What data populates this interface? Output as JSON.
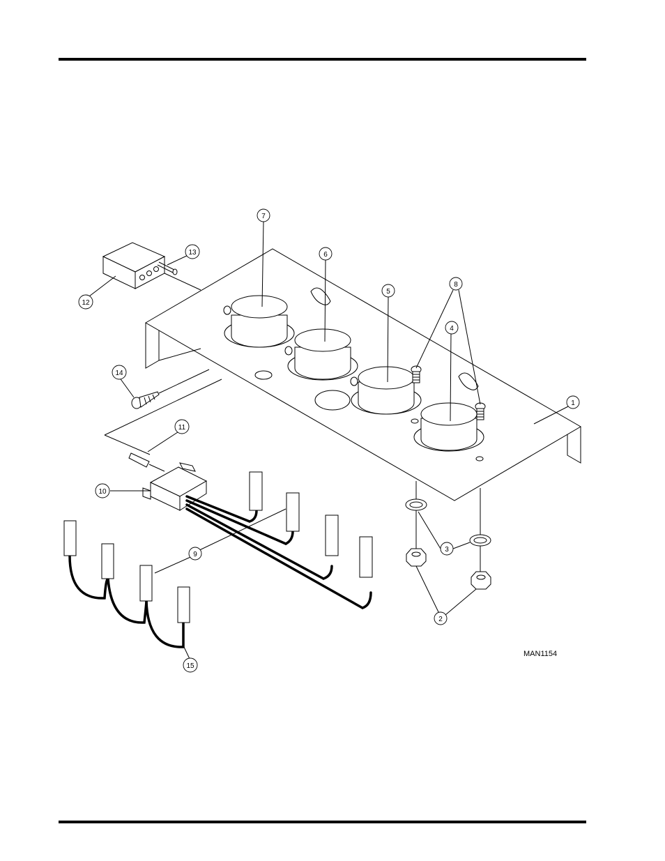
{
  "figure": {
    "id_label": "MAN1154",
    "callouts": [
      {
        "n": "1",
        "part": "panel"
      },
      {
        "n": "2",
        "part": "nut"
      },
      {
        "n": "3",
        "part": "lock-washer"
      },
      {
        "n": "4",
        "part": "control-knob"
      },
      {
        "n": "5",
        "part": "control-knob"
      },
      {
        "n": "6",
        "part": "control-knob"
      },
      {
        "n": "7",
        "part": "control-knob"
      },
      {
        "n": "8",
        "part": "screw"
      },
      {
        "n": "9",
        "part": "harness-connector"
      },
      {
        "n": "10",
        "part": "plug-connector"
      },
      {
        "n": "11",
        "part": "pin"
      },
      {
        "n": "12",
        "part": "module-box"
      },
      {
        "n": "13",
        "part": "pin"
      },
      {
        "n": "14",
        "part": "screw"
      },
      {
        "n": "15",
        "part": "jumper-harness"
      }
    ]
  }
}
